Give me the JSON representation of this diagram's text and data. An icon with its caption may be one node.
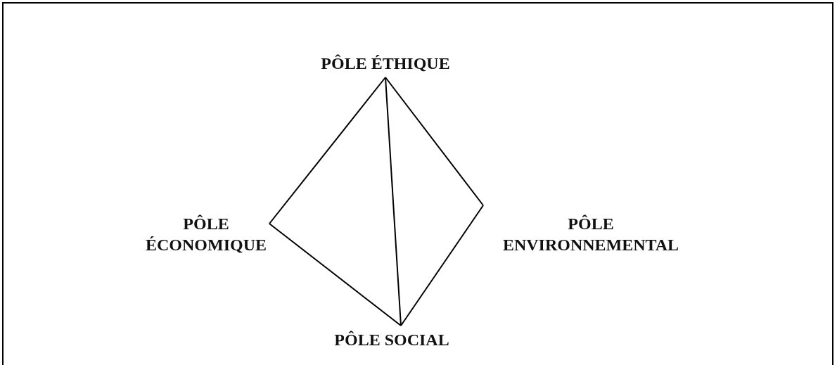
{
  "diagram": {
    "nodes": [
      {
        "text": [
          "PÔLE ÉTHIQUE"
        ]
      },
      {
        "text": [
          "PÔLE ÉCONOMIQUE"
        ]
      },
      {
        "text": [
          "PÔLE ENVIRONNEMENTAL"
        ]
      },
      {
        "text": [
          "PÔLE SOCIAL"
        ]
      }
    ],
    "edges": [
      {
        "from": 0,
        "to": 1,
        "arrow": "none"
      },
      {
        "from": 0,
        "to": 3,
        "arrow": "none"
      },
      {
        "from": 0,
        "to": 2,
        "arrow": "none"
      },
      {
        "from": 1,
        "to": 3,
        "arrow": "none"
      },
      {
        "from": 3,
        "to": 2,
        "arrow": "none"
      }
    ]
  }
}
